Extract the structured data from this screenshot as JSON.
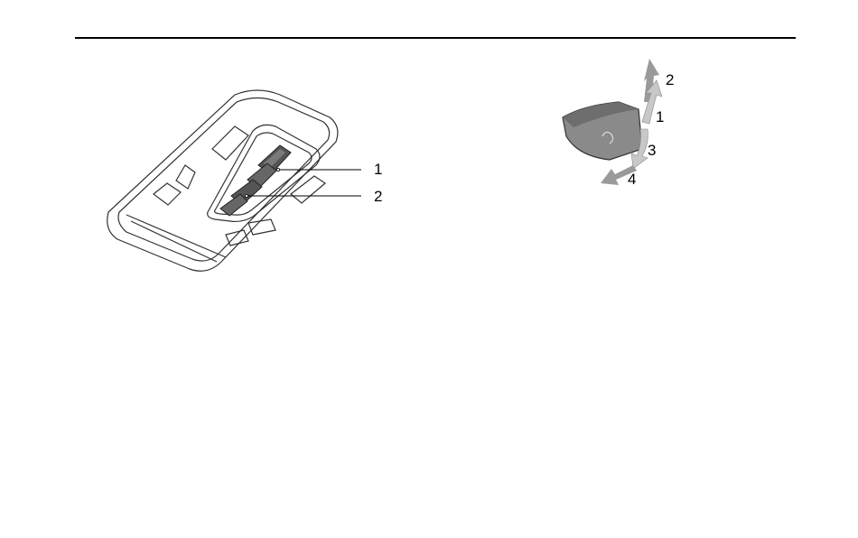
{
  "figure_left": {
    "callouts": [
      "1",
      "2"
    ]
  },
  "figure_right": {
    "callouts": [
      "1",
      "2",
      "3",
      "4"
    ]
  },
  "colors": {
    "rule": "#000000",
    "button_dark": "#555555",
    "arrow_gray": "#9a9a9a",
    "outline": "#333333"
  }
}
